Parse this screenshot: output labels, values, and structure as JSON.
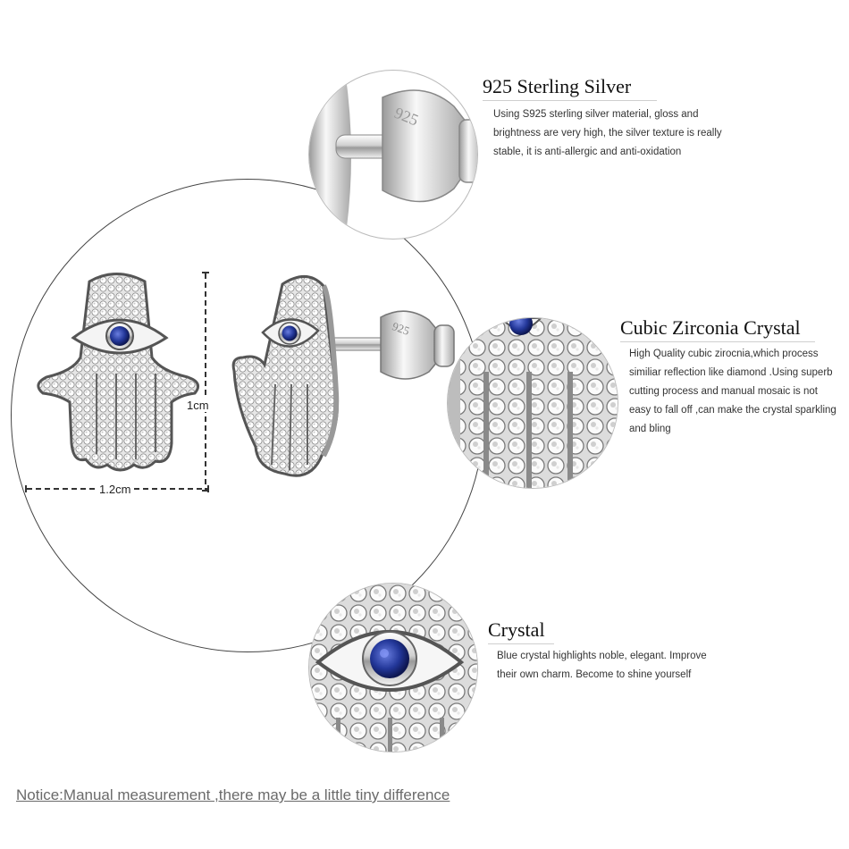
{
  "features": [
    {
      "title": "925  Sterling Silver",
      "description": "Using S925 sterling silver material, gloss and brightness are very high, the silver texture is really stable, it is anti-allergic and anti-oxidation"
    },
    {
      "title": "Cubic Zirconia Crystal",
      "description": "High Quality cubic zirocnia,which process similiar reflection like diamond .Using superb cutting process and manual mosaic is not easy to fall off ,can make the crystal sparkling and bling"
    },
    {
      "title": "Crystal",
      "description": "Blue crystal highlights noble, elegant. Improve their own charm. Become to shine yourself"
    }
  ],
  "dimensions": {
    "height": "1cm",
    "width": "1.2cm"
  },
  "stamp": "925",
  "notice": "Notice:Manual measurement ,there may be a little tiny  difference",
  "colors": {
    "silver": "#d9d9d9",
    "stone_blue": "#1f2f8a",
    "outline": "#555555"
  }
}
